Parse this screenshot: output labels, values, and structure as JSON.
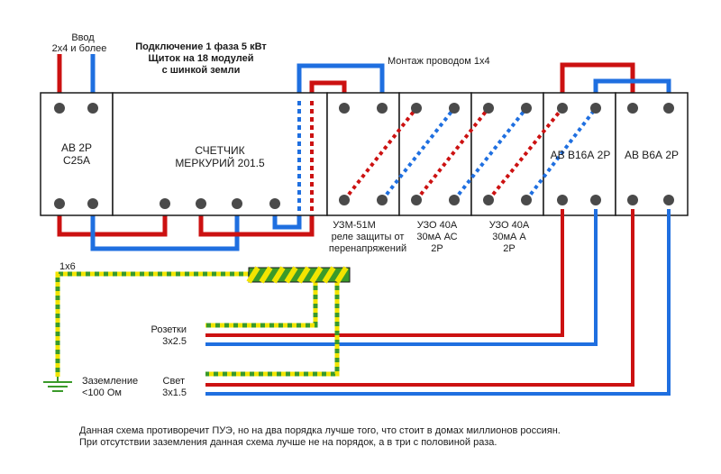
{
  "diagram": {
    "title_lines": [
      "Подключение 1 фаза 5 кВт",
      "Щиток на 18 модулей",
      "с шинкой земли"
    ],
    "input_lines": [
      "Ввод",
      "2x4 и более"
    ],
    "mounting_note": "Монтаж проводом 1x4",
    "modules": {
      "breaker_main": [
        "АВ 2Р",
        "С25А"
      ],
      "meter": [
        "СЧЕТЧИК",
        "МЕРКУРИЙ 201.5"
      ],
      "uzm": [
        "УЗМ-51М",
        "реле защиты от",
        "перенапряжений"
      ],
      "rcd_ac": [
        "УЗО 40А",
        "30мА АС",
        "2Р"
      ],
      "rcd_a": [
        "УЗО 40А",
        "30мА А",
        "2Р"
      ],
      "breaker_b16": [
        "АВ В16А 2Р"
      ],
      "breaker_b6": [
        "АВ В6А 2Р"
      ]
    },
    "ground_wire_label": "1x6",
    "ground_label_lines": [
      "Заземление",
      "<100 Ом"
    ],
    "sockets_lines": [
      "Розетки",
      "3x2.5"
    ],
    "light_lines": [
      "Свет",
      "3x1.5"
    ],
    "footer_lines": [
      "Данная схема противоречит ПУЭ, но на два порядка лучше того, что стоит в домах миллионов россиян.",
      "При отсутствии заземления данная схема лучше не на порядок, а в три с половиной раза."
    ]
  },
  "colors": {
    "phase": "#cc1111",
    "neutral": "#1f6fe0",
    "ground_yellow": "#f2e400",
    "ground_green": "#3a9a2a",
    "terminal": "#4a4a4a",
    "module_border": "#1a1a1a"
  }
}
